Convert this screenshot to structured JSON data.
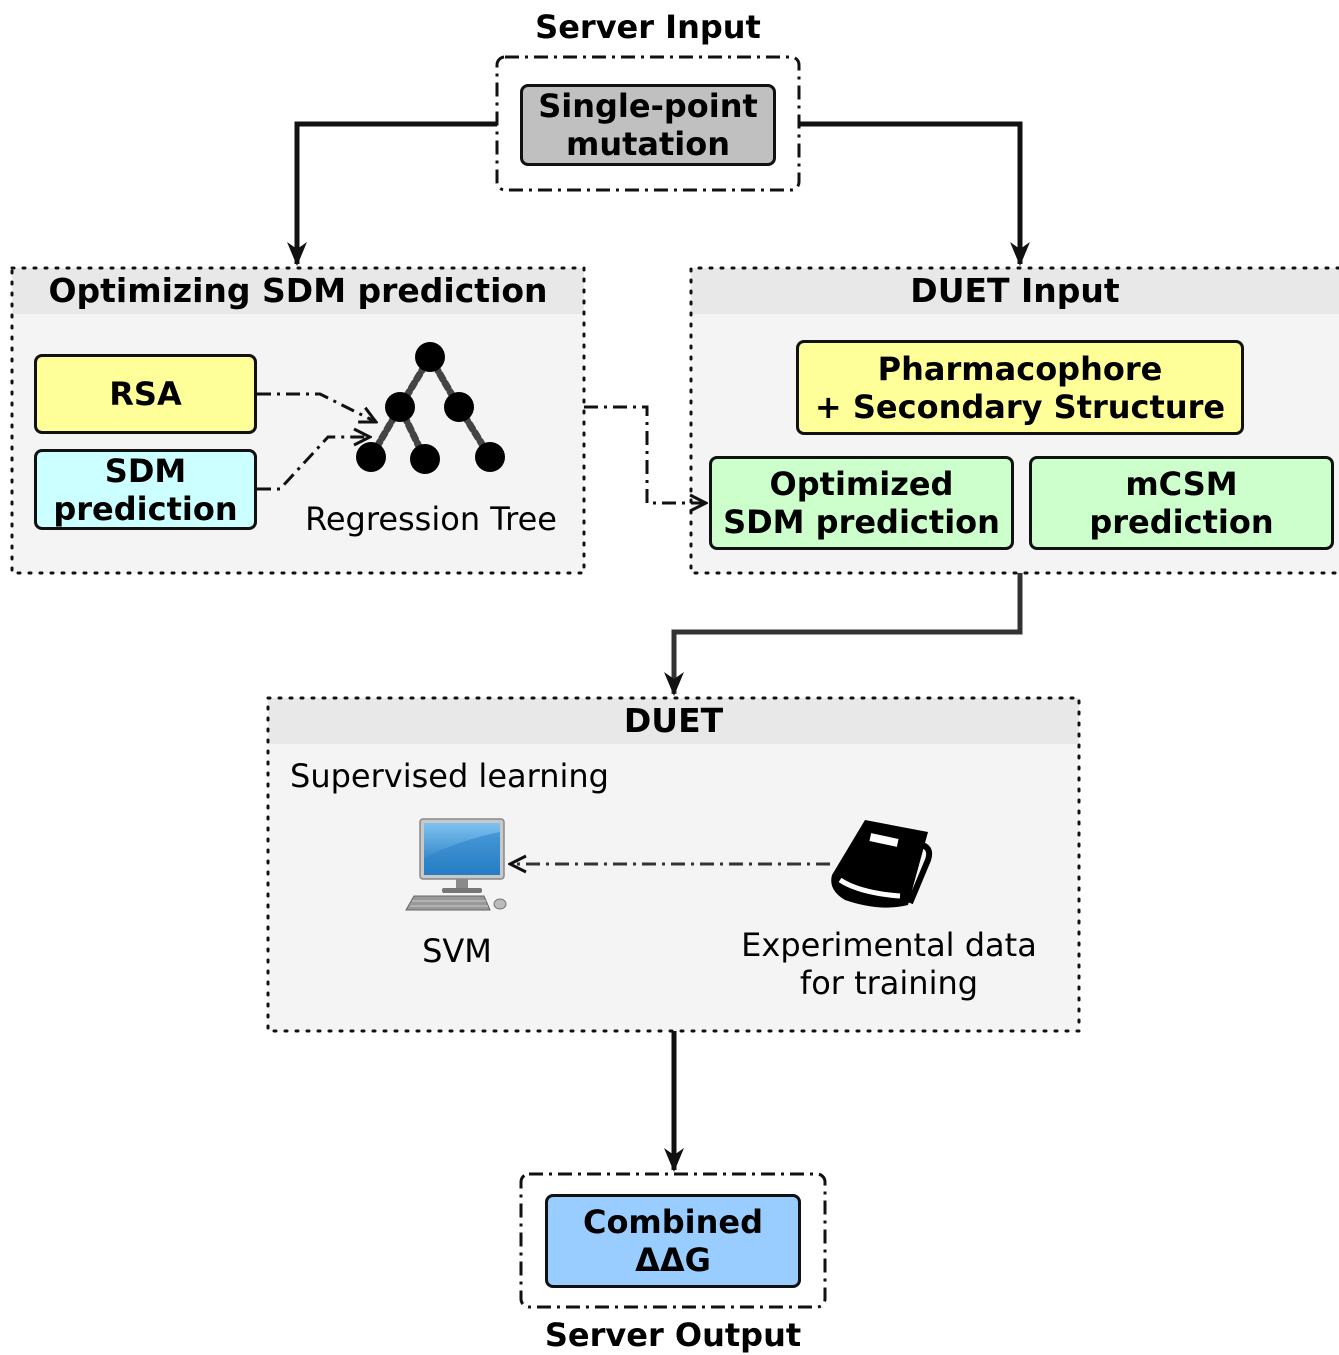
{
  "server_input": {
    "title": "Server Input",
    "mutation_label": "Single-point\nmutation"
  },
  "optimizing_panel": {
    "title": "Optimizing SDM prediction",
    "rsa_label": "RSA",
    "sdm_label": "SDM\nprediction",
    "tree_caption": "Regression Tree"
  },
  "duet_input_panel": {
    "title": "DUET Input",
    "pharmacophore_label": "Pharmacophore\n+ Secondary Structure",
    "optimized_sdm_label": "Optimized\nSDM prediction",
    "mcsm_label": "mCSM\nprediction"
  },
  "duet_panel": {
    "title": "DUET",
    "subtitle": "Supervised learning",
    "svm_caption": "SVM",
    "training_caption": "Experimental data\nfor training"
  },
  "server_output": {
    "combined_label": "Combined\nΔΔG",
    "title": "Server Output"
  },
  "colors": {
    "gray_box": "#c0c0c0",
    "yellow_box": "#ffff99",
    "cyan_box": "#ccffff",
    "green_box": "#ccffcc",
    "blue_box": "#99ccff",
    "panel_fill": "#f4f4f4",
    "panel_header": "#e8e8e8"
  }
}
